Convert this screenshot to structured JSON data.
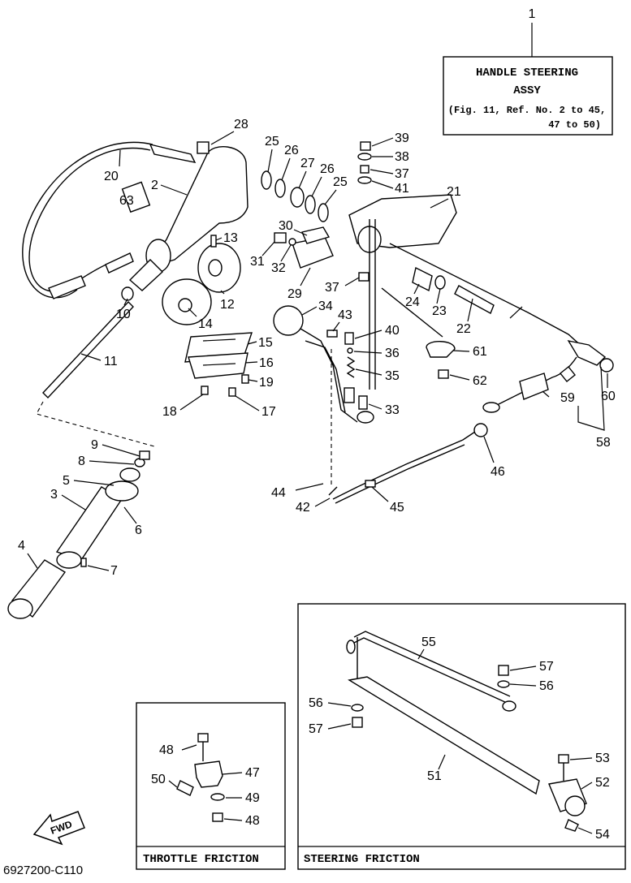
{
  "diagram_code": "6927200-C110",
  "fwd_label": "FWD",
  "assy_box": {
    "ref": "1",
    "line1": "HANDLE STEERING",
    "line2": "ASSY",
    "line3": "(Fig. 11, Ref. No. 2 to 45,",
    "line4": "47 to 50)"
  },
  "throttle_box": {
    "title": "THROTTLE FRICTION"
  },
  "steering_box": {
    "title": "STEERING FRICTION"
  },
  "callouts": {
    "c2": "2",
    "c3": "3",
    "c4": "4",
    "c5": "5",
    "c6": "6",
    "c7": "7",
    "c8": "8",
    "c9": "9",
    "c10": "10",
    "c11": "11",
    "c12": "12",
    "c13": "13",
    "c14": "14",
    "c15": "15",
    "c16": "16",
    "c17": "17",
    "c18": "18",
    "c19": "19",
    "c20": "20",
    "c21": "21",
    "c22": "22",
    "c23": "23",
    "c24": "24",
    "c25a": "25",
    "c25b": "25",
    "c26a": "26",
    "c26b": "26",
    "c27": "27",
    "c28": "28",
    "c29": "29",
    "c30": "30",
    "c31": "31",
    "c32": "32",
    "c33": "33",
    "c34": "34",
    "c35": "35",
    "c36": "36",
    "c37a": "37",
    "c37b": "37",
    "c38": "38",
    "c39": "39",
    "c40": "40",
    "c41": "41",
    "c42": "42",
    "c43": "43",
    "c44": "44",
    "c45": "45",
    "c46": "46",
    "c47": "47",
    "c48a": "48",
    "c48b": "48",
    "c49": "49",
    "c50": "50",
    "c51": "51",
    "c52": "52",
    "c53": "53",
    "c54": "54",
    "c55": "55",
    "c56a": "56",
    "c56b": "56",
    "c57a": "57",
    "c57b": "57",
    "c58": "58",
    "c59": "59",
    "c60": "60",
    "c61": "61",
    "c62": "62",
    "c63": "63"
  }
}
